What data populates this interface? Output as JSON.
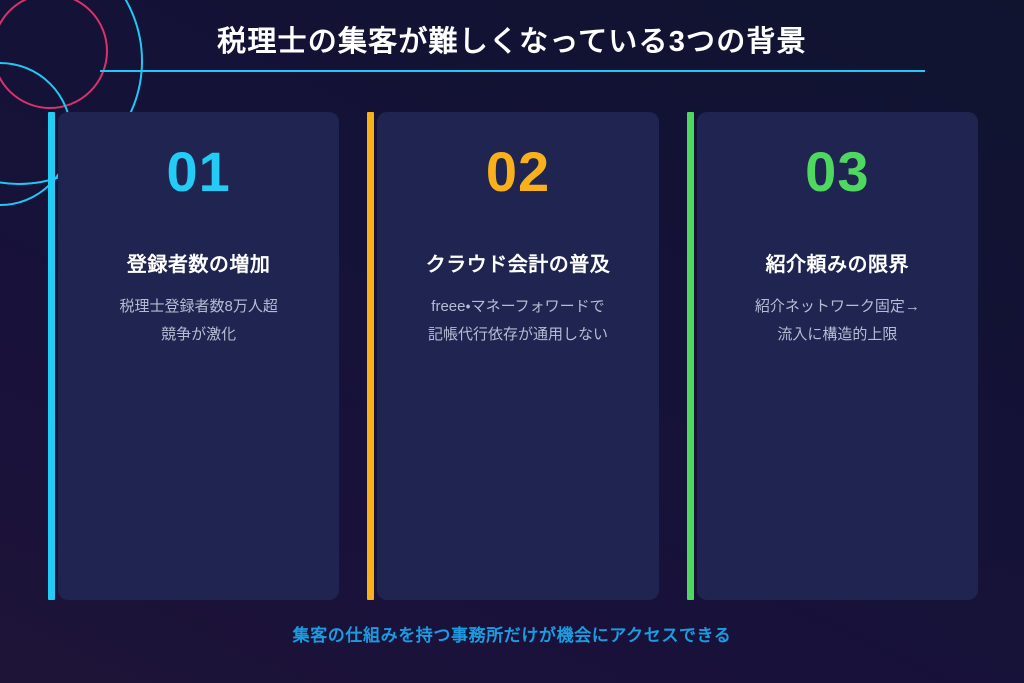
{
  "header": {
    "title": "税理士の集客が難しくなっている3つの背景",
    "underline_color": "#1FC8F5"
  },
  "decorations": {
    "circle_pink_color": "#D9326B",
    "circle_cyan_color": "#1FC8F5"
  },
  "theme": {
    "background_top": "#10142F",
    "background_bottom": "#1E1438",
    "card_background": "#1F2450",
    "title_color": "#FFFFFF",
    "description_color": "#B6BCD4",
    "footer_color": "#1B9BE0"
  },
  "cards": [
    {
      "number": "01",
      "accent": "#22CCF5",
      "title": "登録者数の増加",
      "description": "税理士登録者数8万人超\n競争が激化"
    },
    {
      "number": "02",
      "accent": "#F9B01A",
      "title": "クラウド会計の普及",
      "description": "freee・マネーフォワードで\n記帳代行依存が通用しない"
    },
    {
      "number": "03",
      "accent": "#4FD860",
      "title": "紹介頼みの限界",
      "description": "紹介ネットワーク固定→\n流入に構造的上限"
    }
  ],
  "footer": {
    "note": "集客の仕組みを持つ事務所だけが機会にアクセスできる"
  }
}
